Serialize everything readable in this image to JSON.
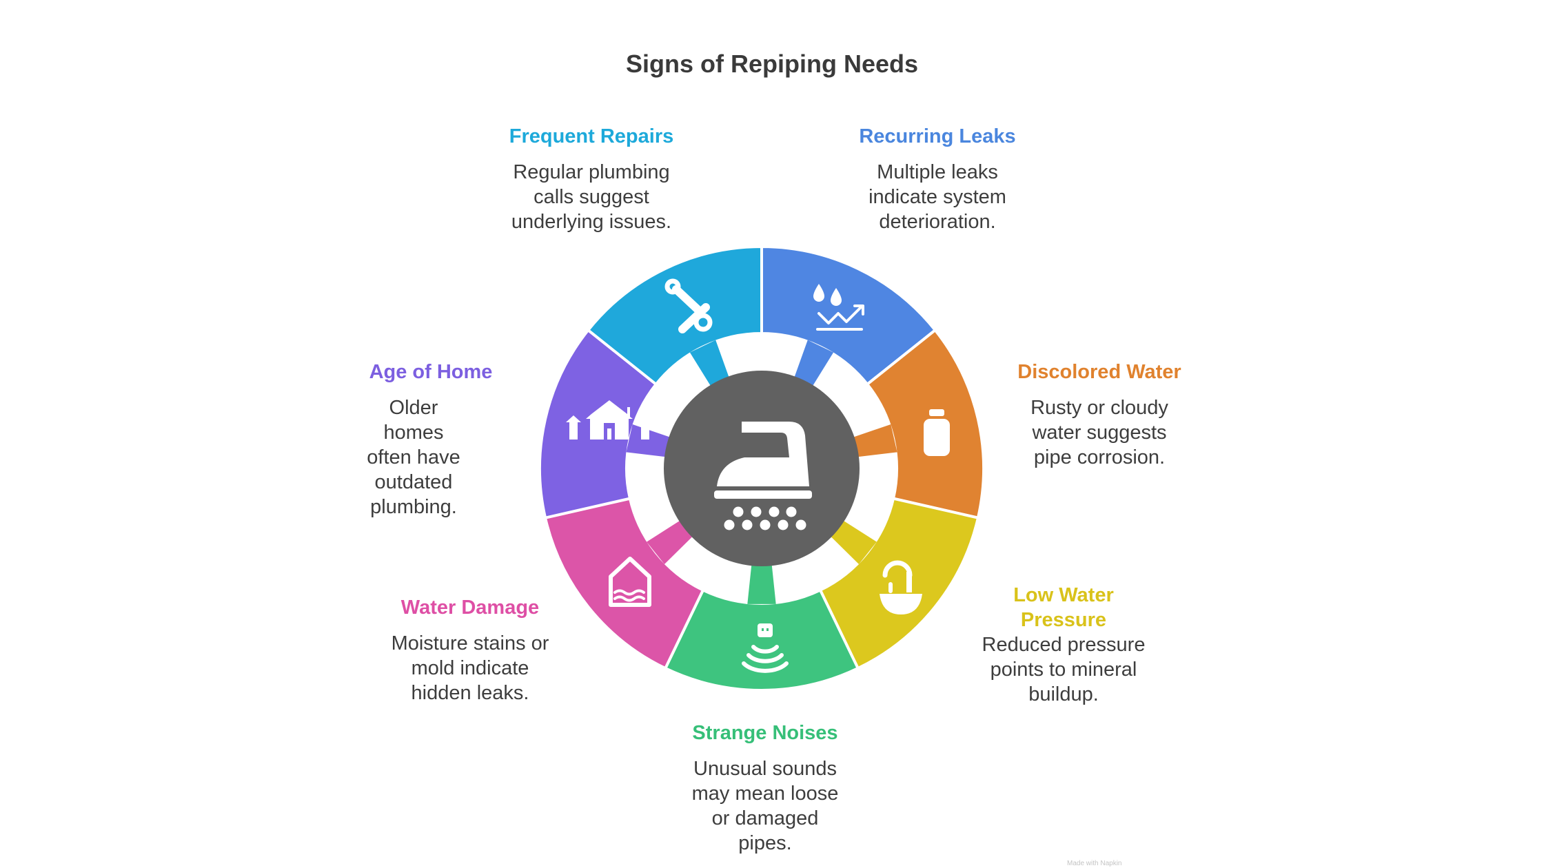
{
  "title": "Signs of Repiping Needs",
  "center_icon": "steam-iron-icon",
  "center_color": "#616161",
  "segments": [
    {
      "id": "recurring-leaks",
      "title": "Recurring Leaks",
      "desc": "Multiple leaks indicate system deterioration.",
      "color": "#4f86e2",
      "text_color": "#4a86de",
      "icon": "water-drops-trend-icon"
    },
    {
      "id": "discolored-water",
      "title": "Discolored Water",
      "desc": "Rusty or cloudy water suggests pipe corrosion.",
      "color": "#e08331",
      "text_color": "#e0822e",
      "icon": "water-bottle-icon"
    },
    {
      "id": "low-water-pressure",
      "title": "Low Water Pressure",
      "desc": "Reduced pressure points to mineral buildup.",
      "color": "#dcc81e",
      "text_color": "#d9c21a",
      "icon": "faucet-sink-icon"
    },
    {
      "id": "strange-noises",
      "title": "Strange Noises",
      "desc": "Unusual sounds may mean loose or damaged pipes.",
      "color": "#3ec47f",
      "text_color": "#36bf78",
      "icon": "sound-waves-icon"
    },
    {
      "id": "water-damage",
      "title": "Water Damage",
      "desc": "Moisture stains or mold indicate hidden leaks.",
      "color": "#dc55a8",
      "text_color": "#de4fa5",
      "icon": "flooded-house-icon"
    },
    {
      "id": "age-of-home",
      "title": "Age of Home",
      "desc": "Older homes often have outdated plumbing.",
      "color": "#7e62e3",
      "text_color": "#7c5fe0",
      "icon": "old-house-icon"
    },
    {
      "id": "frequent-repairs",
      "title": "Frequent Repairs",
      "desc": "Regular plumbing calls suggest underlying issues.",
      "color": "#1fa8db",
      "text_color": "#1da9da",
      "icon": "wrench-repair-icon"
    }
  ],
  "attribution": "Made with Napkin"
}
